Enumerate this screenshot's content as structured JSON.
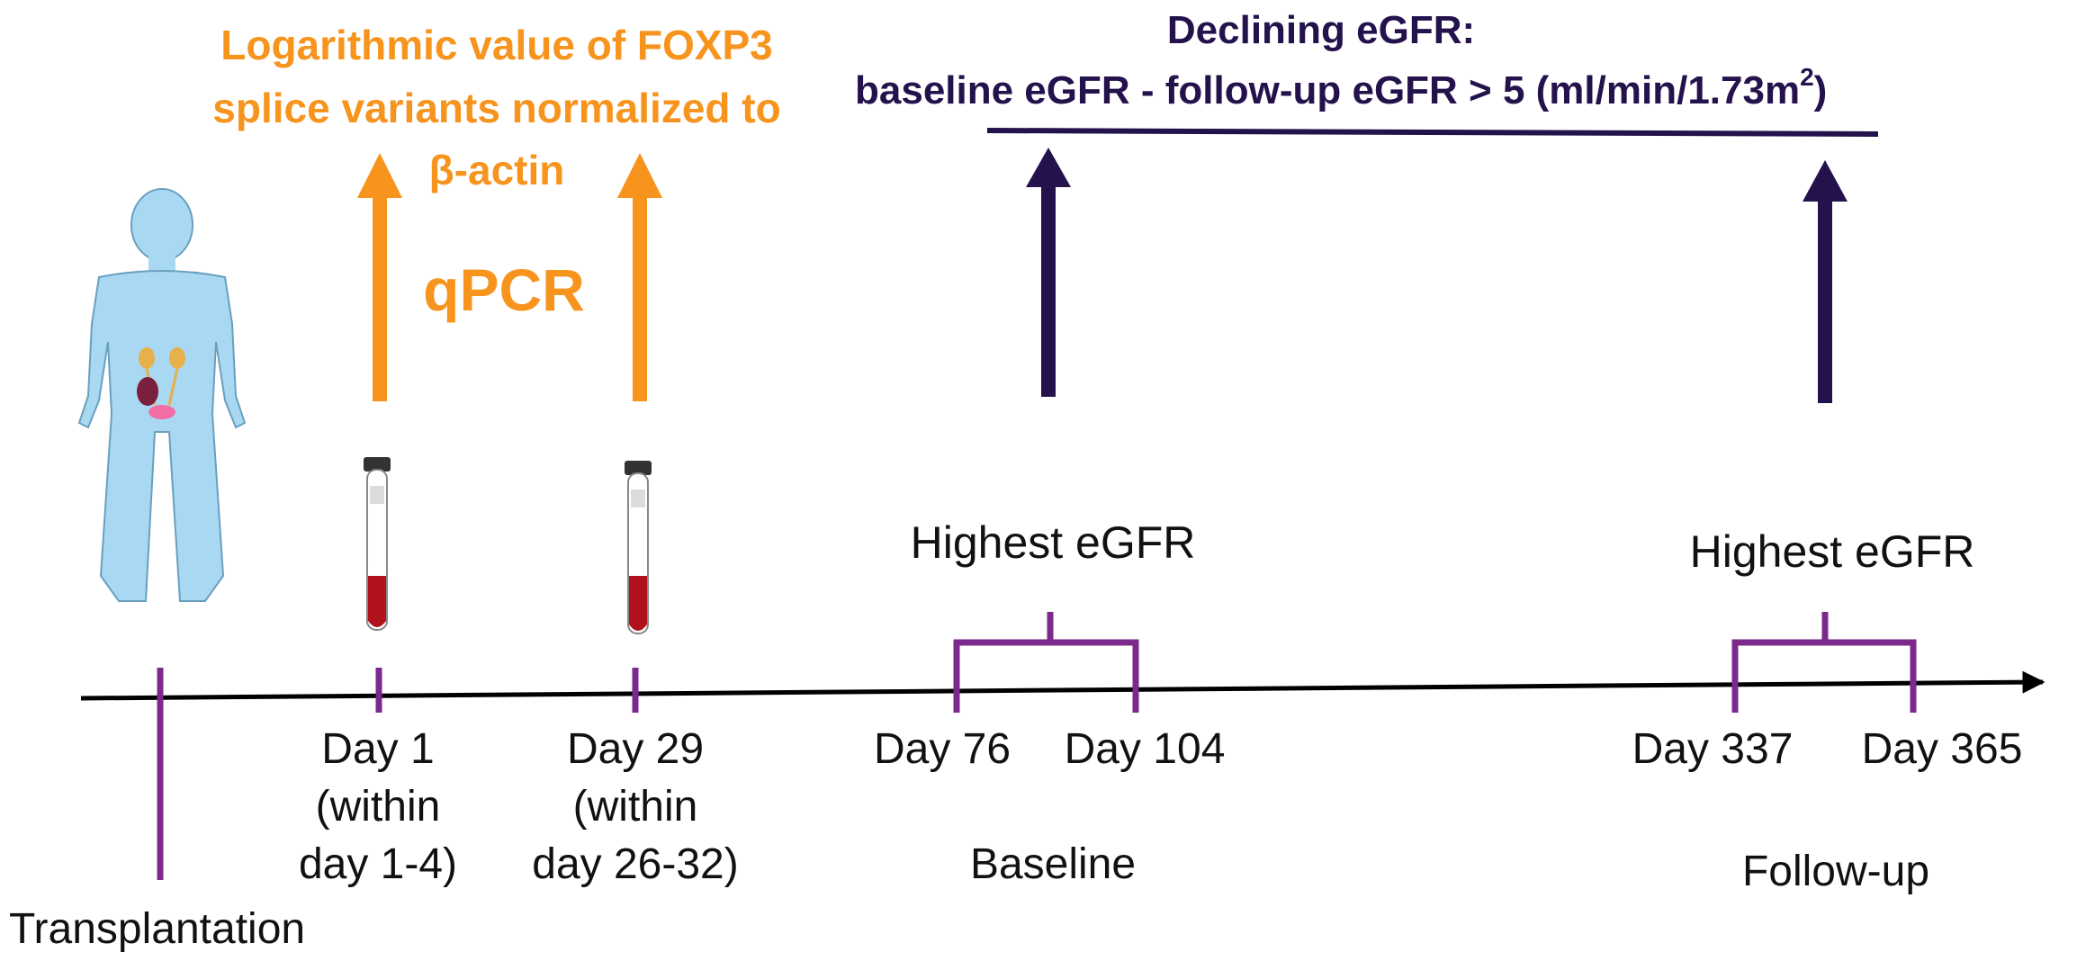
{
  "colors": {
    "orange": "#f7941d",
    "navy": "#24124d",
    "purple": "#7b2a8c",
    "body": "#a9d8f2",
    "blood": "#b0121b"
  },
  "header_left": {
    "line1": "Logarithmic value of FOXP3",
    "line2": "splice variants normalized to",
    "line3": "β-actin",
    "method": "qPCR"
  },
  "header_right": {
    "line1": "Declining eGFR:",
    "line2": "baseline eGFR - follow-up eGFR > 5 (ml/min/1.73m",
    "line2_sup": "2",
    "line2_end": ")"
  },
  "icons": {
    "patient": "human-body-kidneys-icon",
    "tube": "blood-tube-icon"
  },
  "labels": {
    "transplantation": "Transplantation",
    "day1": [
      "Day 1",
      "(within",
      "day 1-4)"
    ],
    "day29": [
      "Day 29",
      "(within",
      "day 26-32)"
    ],
    "day76": "Day 76",
    "day104": "Day 104",
    "baseline": "Baseline",
    "highest1": "Highest eGFR",
    "day337": "Day 337",
    "day365": "Day 365",
    "followup": "Follow-up",
    "highest2": "Highest eGFR"
  }
}
